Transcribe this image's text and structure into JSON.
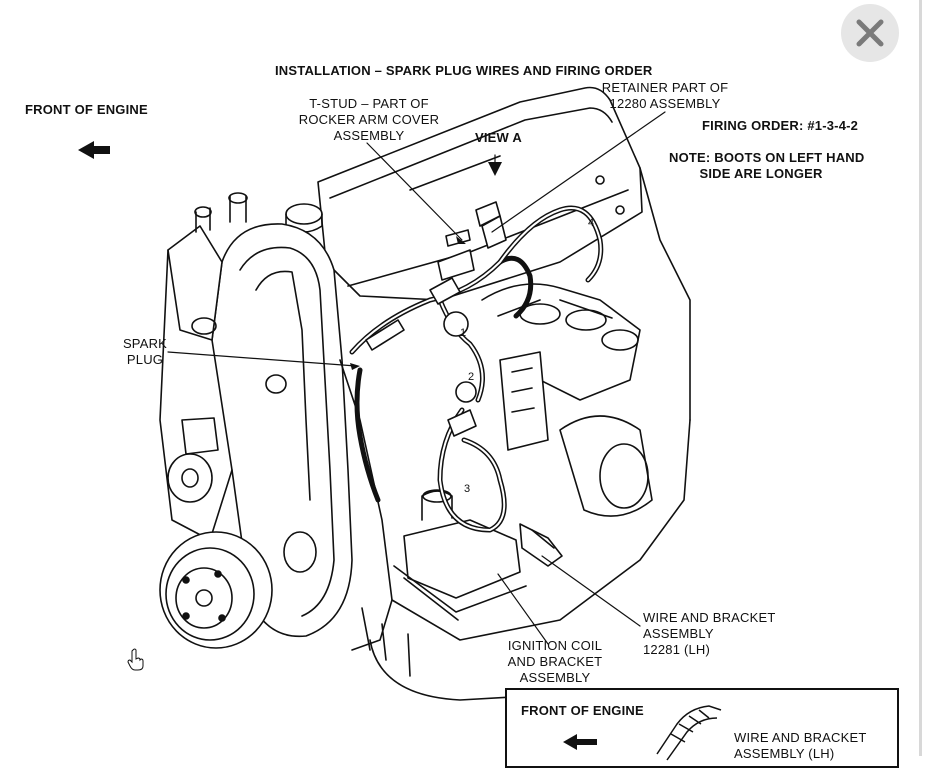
{
  "diagram": {
    "title": "INSTALLATION – SPARK PLUG WIRES AND FIRING ORDER",
    "front_of_engine": "FRONT OF ENGINE",
    "t_stud": "T-STUD – PART OF\nROCKER ARM COVER\nASSEMBLY",
    "retainer": "RETAINER PART OF\n12280 ASSEMBLY",
    "view_a": "VIEW A",
    "firing_order": "FIRING ORDER: #1-3-4-2",
    "note": "NOTE: BOOTS ON LEFT HAND\n        SIDE ARE LONGER",
    "spark_plug": "SPARK\nPLUG",
    "ignition_coil": "IGNITION COIL\nAND BRACKET\nASSEMBLY",
    "wire_bracket": "WIRE AND BRACKET\nASSEMBLY\n12281 (LH)",
    "cylinder_numbers": [
      "1",
      "2",
      "3",
      "4"
    ]
  },
  "inset": {
    "front_of_engine": "FRONT OF ENGINE",
    "wire_bracket": "WIRE AND BRACKET\nASSEMBLY (LH)"
  },
  "ui": {
    "close_icon": "close-icon",
    "cursor_icon": "hand-pointer-icon"
  },
  "colors": {
    "ink": "#111111",
    "close_bg": "#e6e6e6",
    "close_x": "#7a7a7a"
  }
}
